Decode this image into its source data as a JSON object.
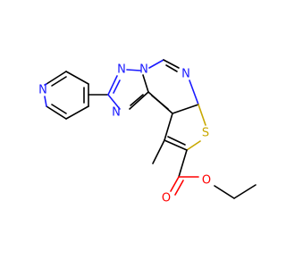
{
  "atoms": {
    "n_pyridine": "N",
    "n_triazole_top": "N",
    "n_triazole_right": "N",
    "n_triazole_left": "N",
    "n_pyrimidine": "N",
    "s_thiophene": "S",
    "o_carbonyl": "O",
    "o_ester": "O"
  },
  "colors": {
    "carbon": "#000000",
    "nitrogen": "#1a1aff",
    "sulfur": "#c8a800",
    "oxygen": "#ff0000",
    "background": "#ffffff"
  }
}
